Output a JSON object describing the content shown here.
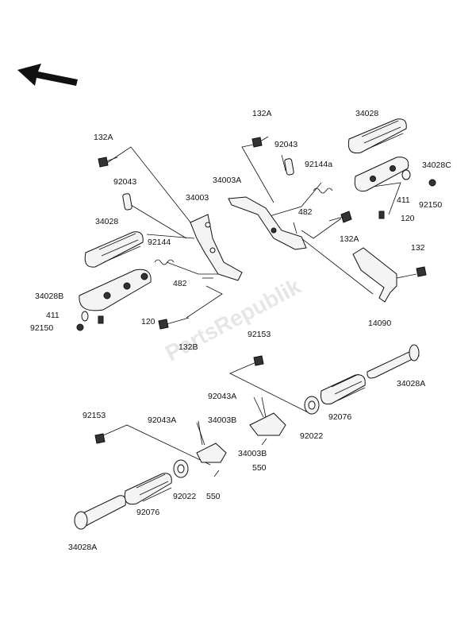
{
  "watermark": "PartsRepublik",
  "labels": {
    "l_132A_1": "132A",
    "l_132A_2": "132A",
    "l_132A_3": "132A",
    "l_132": "132",
    "l_132B": "132B",
    "l_34028_1": "34028",
    "l_34028_2": "34028",
    "l_34028C": "34028C",
    "l_34028B": "34028B",
    "l_34028A_1": "34028A",
    "l_34028A_2": "34028A",
    "l_92043_1": "92043",
    "l_92043_2": "92043",
    "l_92043A_1": "92043A",
    "l_92043A_2": "92043A",
    "l_92144": "92144",
    "l_92144a": "92144a",
    "l_34003": "34003",
    "l_34003A": "34003A",
    "l_34003B_1": "34003B",
    "l_34003B_2": "34003B",
    "l_482_1": "482",
    "l_482_2": "482",
    "l_411_1": "411",
    "l_411_2": "411",
    "l_92150_1": "92150",
    "l_92150_2": "92150",
    "l_120_1": "120",
    "l_120_2": "120",
    "l_14090": "14090",
    "l_92153_1": "92153",
    "l_92153_2": "92153",
    "l_92022_1": "92022",
    "l_92022_2": "92022",
    "l_92076_1": "92076",
    "l_92076_2": "92076",
    "l_550_1": "550",
    "l_550_2": "550"
  }
}
